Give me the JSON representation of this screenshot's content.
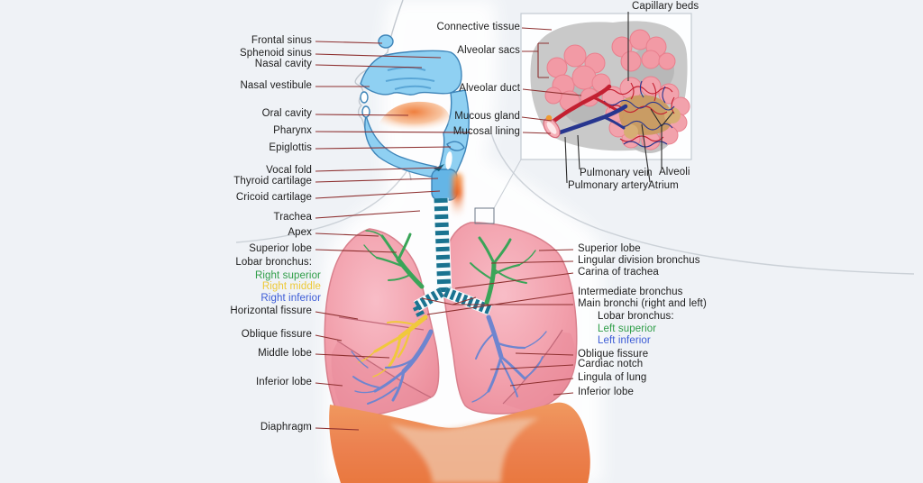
{
  "diagram": {
    "subject": "Human respiratory system anatomy diagram with labeled airway, lungs, bronchi and alveolar inset"
  },
  "colors": {
    "background": "#eff2f6",
    "leader_line": "#8d2f2f",
    "inset_leader_line": "#2b2b2b",
    "airway_blue": "#8fd0f2",
    "airway_outline": "#3d84b8",
    "trachea_teal": "#1a7390",
    "lung_pink": "#f2a0ac",
    "lung_outline": "#d9808d",
    "diaphragm_orange": "#ec8150",
    "inset_gray": "#c9c9c9",
    "alveolar_pink": "#f29aa5",
    "artery_red": "#c32031",
    "vein_blue": "#27368f",
    "atrium_tan": "#c99a5f",
    "bronchus_green": "#2f9e48",
    "bronchus_yellow": "#eec937",
    "bronchus_blue": "#3b5bd6"
  },
  "labels": {
    "left": [
      {
        "text": "Frontal sinus"
      },
      {
        "text": "Sphenoid sinus"
      },
      {
        "text": "Nasal cavity"
      },
      {
        "text": "Nasal vestibule"
      },
      {
        "text": "Oral cavity"
      },
      {
        "text": "Pharynx"
      },
      {
        "text": "Epiglottis"
      },
      {
        "text": "Vocal fold"
      },
      {
        "text": "Thyroid cartilage"
      },
      {
        "text": "Cricoid cartilage"
      },
      {
        "text": "Trachea"
      },
      {
        "text": "Apex"
      },
      {
        "text": "Superior lobe"
      },
      {
        "text": "Lobar bronchus:"
      },
      {
        "text": "Right superior",
        "color": "#2f9e48"
      },
      {
        "text": "Right middle",
        "color": "#eec937"
      },
      {
        "text": "Right inferior",
        "color": "#3b5bd6"
      },
      {
        "text": "Horizontal fissure"
      },
      {
        "text": "Oblique fissure"
      },
      {
        "text": "Middle lobe"
      },
      {
        "text": "Inferior lobe"
      },
      {
        "text": "Diaphragm"
      }
    ],
    "right": [
      {
        "text": "Superior lobe"
      },
      {
        "text": "Lingular division bronchus"
      },
      {
        "text": "Carina of trachea"
      },
      {
        "text": "Intermediate bronchus"
      },
      {
        "text": "Main bronchi (right and left)"
      },
      {
        "text": "Lobar bronchus:"
      },
      {
        "text": "Left superior",
        "color": "#2f9e48"
      },
      {
        "text": "Left inferior",
        "color": "#3b5bd6"
      },
      {
        "text": "Oblique fissure"
      },
      {
        "text": "Cardiac notch"
      },
      {
        "text": "Lingula of lung"
      },
      {
        "text": "Inferior lobe"
      }
    ],
    "inset": [
      {
        "text": "Connective tissue"
      },
      {
        "text": "Alveolar sacs"
      },
      {
        "text": "Alveolar duct"
      },
      {
        "text": "Mucous gland"
      },
      {
        "text": "Mucosal lining"
      },
      {
        "text": "Capillary beds"
      },
      {
        "text": "Pulmonary vein"
      },
      {
        "text": "Pulmonary artery"
      },
      {
        "text": "Alveoli"
      },
      {
        "text": "Atrium"
      }
    ]
  }
}
